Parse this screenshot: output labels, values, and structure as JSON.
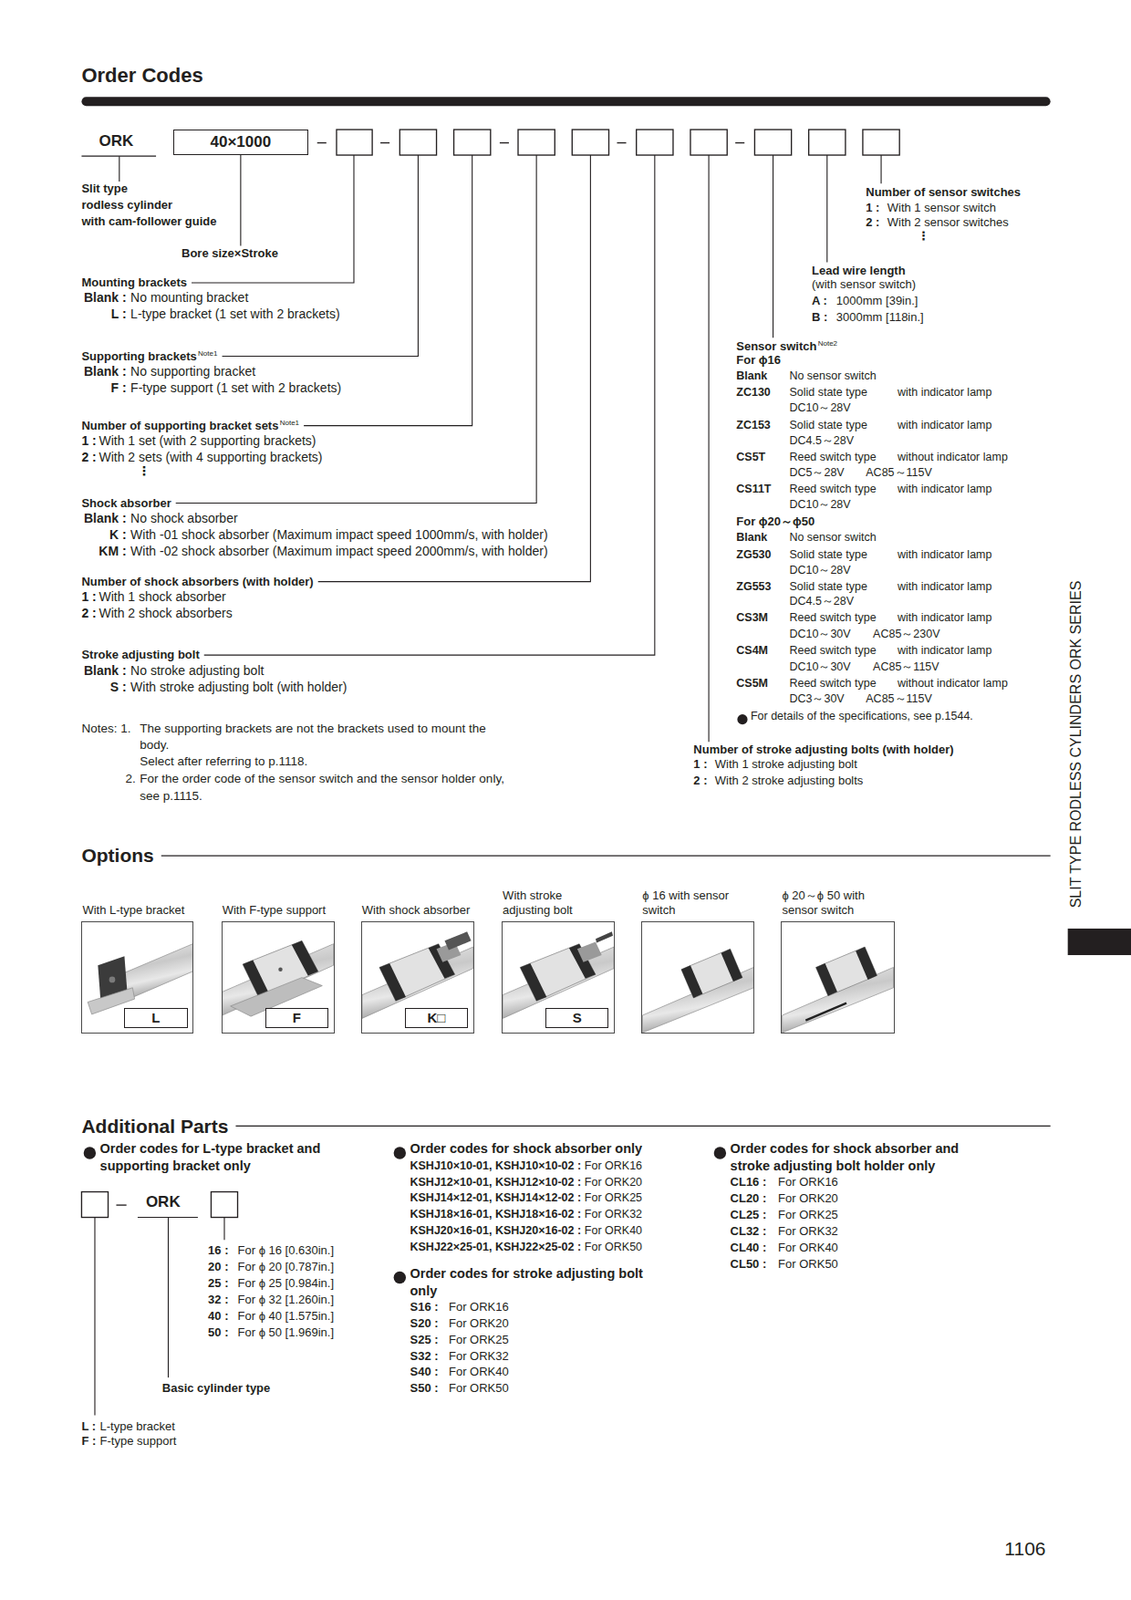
{
  "diagram": {
    "title": "Order Codes",
    "nodes": [
      {
        "text": [
          "40×1000"
        ]
      },
      {
        "text": [
          "With L-type bracket"
        ]
      },
      {
        "text": [
          "L"
        ],
        "in": 1
      },
      {
        "text": [
          "With F-type support"
        ]
      },
      {
        "text": [
          "F"
        ],
        "in": 3
      },
      {
        "text": [
          "With shock absorber"
        ]
      },
      {
        "text": [
          "K□"
        ],
        "in": 5
      },
      {
        "text": [
          "With stroke adjusting bolt"
        ]
      },
      {
        "text": [
          "S"
        ],
        "in": 7
      },
      {
        "text": [
          "ϕ 16 with sensor switch"
        ]
      },
      {
        "text": [
          "ϕ 20～ϕ 50 with sensor switch"
        ]
      }
    ],
    "labels": [
      "ORK",
      "Slit type",
      "rodless cylinder",
      "with cam-follower guide",
      "Bore size×Stroke",
      "Mounting brackets",
      "Blank :",
      "No mounting bracket",
      "L :",
      "L-type bracket (1 set with 2 brackets)",
      "Supporting brackets",
      "Note1",
      "Blank :",
      "No supporting bracket",
      "F :",
      "F-type support (1 set with 2 brackets)",
      "Number of supporting bracket sets",
      "Note1",
      "1 :",
      "With 1 set (with 2 supporting brackets)",
      "2 :",
      "With 2 sets (with 4 supporting brackets)",
      "⋮",
      "Shock absorber",
      "Blank :",
      "No shock absorber",
      "K :",
      "With -01 shock absorber (Maximum impact speed 1000mm/s, with holder)",
      "KM :",
      "With -02 shock absorber (Maximum impact speed 2000mm/s, with holder)",
      "Number of shock absorbers (with holder)",
      "1 :",
      "With 1 shock absorber",
      "2 :",
      "With 2 shock absorbers",
      "Stroke adjusting bolt",
      "Blank :",
      "No stroke adjusting bolt",
      "S :",
      "With stroke adjusting bolt (with holder)",
      "Notes: 1.",
      "The supporting brackets are not the brackets used to mount the",
      "body.",
      "Select after referring to p.1118.",
      "2.",
      "For the order code of the sensor switch and the sensor holder only,",
      "see p.1115.",
      "Number of sensor switches",
      "1 :",
      "With 1 sensor switch",
      "2 :",
      "With 2 sensor switches",
      "⋮",
      "Lead wire length",
      "(with sensor switch)",
      "A :",
      "1000mm [39in.]",
      "B :",
      "3000mm [118in.]",
      "Sensor switch",
      "Note2",
      "For ϕ16",
      "Blank",
      "No sensor switch",
      "ZC130",
      "Solid state type",
      "with indicator lamp",
      "DC10～28V",
      "ZC153",
      "Solid state type",
      "with indicator lamp",
      "DC4.5～28V",
      "CS5T",
      "Reed switch type",
      "without indicator lamp",
      "DC5～28V",
      "AC85～115V",
      "CS11T",
      "Reed switch type",
      "with indicator lamp",
      "DC10～28V",
      "For ϕ20～ϕ50",
      "Blank",
      "No sensor switch",
      "ZG530",
      "Solid state type",
      "with indicator lamp",
      "DC10～28V",
      "ZG553",
      "Solid state type",
      "with indicator lamp",
      "DC4.5～28V",
      "CS3M",
      "Reed switch type",
      "with indicator lamp",
      "DC10～30V",
      "AC85～230V",
      "CS4M",
      "Reed switch type",
      "with indicator lamp",
      "DC10～30V",
      "AC85～115V",
      "CS5M",
      "Reed switch type",
      "without indicator lamp",
      "DC3～30V",
      "AC85～115V",
      "For details of the specifications, see p.1544.",
      "Number of stroke adjusting bolts (with holder)",
      "1 :",
      "With 1 stroke adjusting bolt",
      "2 :",
      "With 2 stroke adjusting bolts",
      "SLIT TYPE RODLESS CYLINDERS ORK SERIES",
      "Options",
      "Additional Parts",
      "Order codes for L-type bracket and",
      "supporting bracket only",
      "ORK",
      "16 :",
      "For ϕ 16 [0.630in.]",
      "20 :",
      "For ϕ 20 [0.787in.]",
      "25 :",
      "For ϕ 25 [0.984in.]",
      "32 :",
      "For ϕ 32 [1.260in.]",
      "40 :",
      "For ϕ 40 [1.575in.]",
      "50 :",
      "For ϕ 50 [1.969in.]",
      "Basic cylinder type",
      "L :",
      "L-type bracket",
      "F :",
      "F-type support",
      "Order codes for shock absorber only",
      "KSHJ10×10-01, KSHJ10×10-02 :",
      "For ORK16",
      "KSHJ12×10-01, KSHJ12×10-02 :",
      "For ORK20",
      "KSHJ14×12-01, KSHJ14×12-02 :",
      "For ORK25",
      "KSHJ18×16-01, KSHJ18×16-02 :",
      "For ORK32",
      "KSHJ20×16-01, KSHJ20×16-02 :",
      "For ORK40",
      "KSHJ22×25-01, KSHJ22×25-02 :",
      "For ORK50",
      "Order codes for stroke adjusting bolt",
      "only",
      "S16 :",
      "For ORK16",
      "S20 :",
      "For ORK20",
      "S25 :",
      "For ORK25",
      "S32 :",
      "For ORK32",
      "S40 :",
      "For ORK40",
      "S50 :",
      "For ORK50",
      "Order codes for shock absorber and",
      "stroke adjusting bolt holder only",
      "CL16 :",
      "For ORK16",
      "CL20 :",
      "For ORK20",
      "CL25 :",
      "For ORK25",
      "CL32 :",
      "For ORK32",
      "CL40 :",
      "For ORK40",
      "CL50 :",
      "For ORK50",
      "1106"
    ]
  }
}
